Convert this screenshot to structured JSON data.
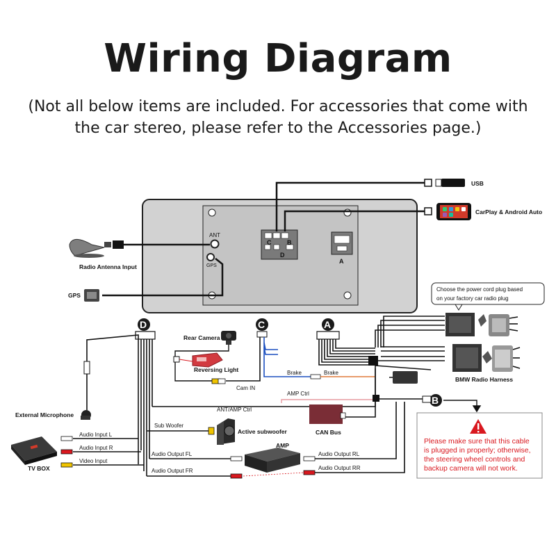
{
  "title": "Wiring Diagram",
  "subtitle": "(Not all below items are included. For accessories that come with the car stereo, please refer to the Accessories page.)",
  "head_unit": {
    "ant": "ANT",
    "gps": "GPS",
    "port_c": "C",
    "port_b": "B",
    "port_d": "D",
    "port_a": "A"
  },
  "devices": {
    "usb": "USB",
    "carplay": "CarPlay & Android Auto",
    "radio_antenna": "Radio Antenna Input",
    "gps": "GPS",
    "rear_camera": "Rear Camera",
    "reversing_light": "Reversing Light",
    "external_microphone": "External Microphone",
    "tv_box": "TV BOX",
    "active_subwoofer": "Active subwoofer",
    "amp": "AMP",
    "can_bus": "CAN Bus",
    "bmw_harness": "BMW Radio Harness"
  },
  "connectors": {
    "a": "A",
    "b": "B",
    "c": "C",
    "d": "D"
  },
  "wires": {
    "cam_in": "Cam IN",
    "brake_left": "Brake",
    "brake_right": "Brake",
    "amp_ctrl": "AMP Ctrl",
    "ant_amp_ctrl": "ANT/AMP Ctrl",
    "sub_woofer": "Sub Woofer",
    "audio_input_l": "Audio Input L",
    "audio_input_r": "Audio Input R",
    "video_input": "Video Input",
    "audio_output_fl": "Audio Output FL",
    "audio_output_fr": "Audio Output FR",
    "audio_output_rl": "Audio Output RL",
    "audio_output_rr": "Audio Output RR"
  },
  "callouts": {
    "power_cord_line1": "Choose the power cord plug based",
    "power_cord_line2": "on your factory car radio plug",
    "warning_line1": "Please make sure that this cable",
    "warning_line2": "is plugged in properly; otherwise,",
    "warning_line3": "the steering wheel controls and",
    "warning_line4": "backup camera will not work."
  },
  "colors": {
    "accent_red": "#d9181f",
    "can_bus_box": "#7a2d36",
    "head_unit_fill": "#d2d2d2",
    "badge": "#1a1a1a"
  }
}
